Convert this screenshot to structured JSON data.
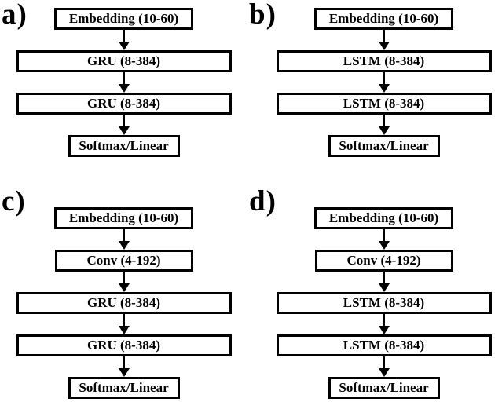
{
  "colors": {
    "ink": "#000000",
    "background": "#ffffff"
  },
  "figure": {
    "description": "Four neural network architecture flow diagrams",
    "panels": [
      {
        "id": "a",
        "label": "a)",
        "layers": [
          {
            "kind": "embedding",
            "text": "Embedding (10-60)"
          },
          {
            "kind": "recurrent",
            "text": "GRU (8-384)"
          },
          {
            "kind": "recurrent",
            "text": "GRU (8-384)"
          },
          {
            "kind": "output",
            "text": "Softmax/Linear"
          }
        ]
      },
      {
        "id": "b",
        "label": "b)",
        "layers": [
          {
            "kind": "embedding",
            "text": "Embedding (10-60)"
          },
          {
            "kind": "recurrent",
            "text": "LSTM (8-384)"
          },
          {
            "kind": "recurrent",
            "text": "LSTM (8-384)"
          },
          {
            "kind": "output",
            "text": "Softmax/Linear"
          }
        ]
      },
      {
        "id": "c",
        "label": "c)",
        "layers": [
          {
            "kind": "embedding",
            "text": "Embedding (10-60)"
          },
          {
            "kind": "conv",
            "text": "Conv (4-192)"
          },
          {
            "kind": "recurrent",
            "text": "GRU (8-384)"
          },
          {
            "kind": "recurrent",
            "text": "GRU (8-384)"
          },
          {
            "kind": "output",
            "text": "Softmax/Linear"
          }
        ]
      },
      {
        "id": "d",
        "label": "d)",
        "layers": [
          {
            "kind": "embedding",
            "text": "Embedding (10-60)"
          },
          {
            "kind": "conv",
            "text": "Conv (4-192)"
          },
          {
            "kind": "recurrent",
            "text": "LSTM (8-384)"
          },
          {
            "kind": "recurrent",
            "text": "LSTM (8-384)"
          },
          {
            "kind": "output",
            "text": "Softmax/Linear"
          }
        ]
      }
    ]
  }
}
